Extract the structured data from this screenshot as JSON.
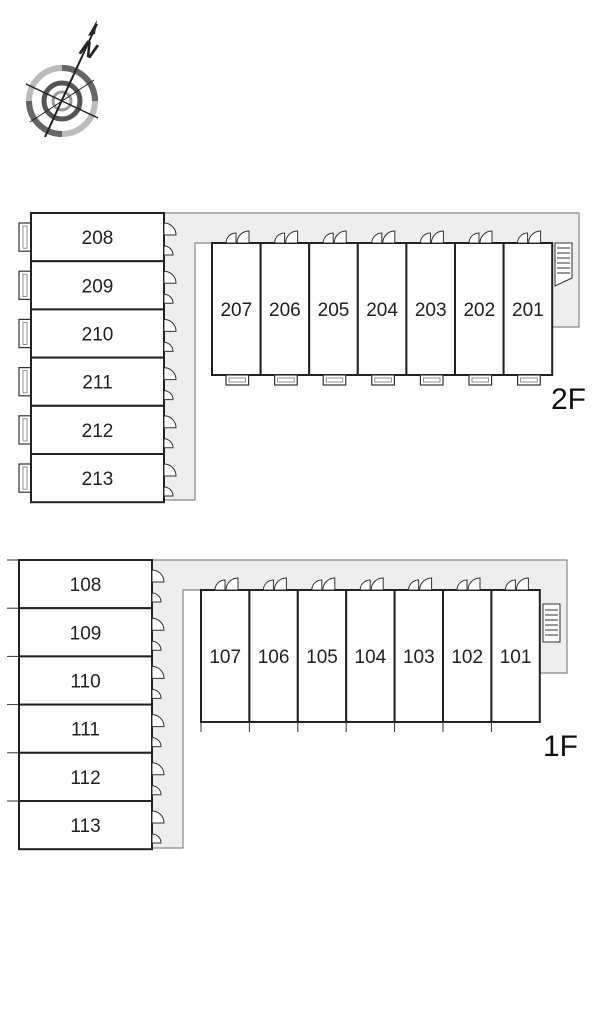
{
  "compass": {
    "north_label": "N",
    "icon": "compass-rose-icon"
  },
  "colors": {
    "walkway_fill": "#eeeeee",
    "walkway_stroke": "#888888",
    "wall": "#222222"
  },
  "floors": [
    {
      "id": "2f",
      "label": "2F",
      "side_rooms": [
        "208",
        "209",
        "210",
        "211",
        "212",
        "213"
      ],
      "row_rooms": [
        "207",
        "206",
        "205",
        "204",
        "203",
        "202",
        "201"
      ]
    },
    {
      "id": "1f",
      "label": "1F",
      "side_rooms": [
        "108",
        "109",
        "110",
        "111",
        "112",
        "113"
      ],
      "row_rooms": [
        "107",
        "106",
        "105",
        "104",
        "103",
        "102",
        "101"
      ]
    }
  ]
}
